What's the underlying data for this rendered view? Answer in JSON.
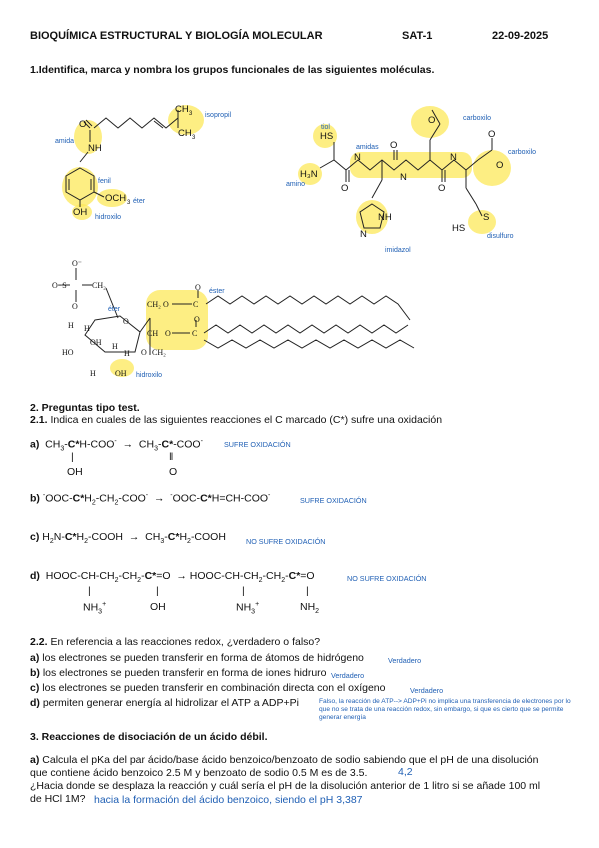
{
  "header": {
    "title": "BIOQUÍMICA ESTRUCTURAL Y BIOLOGÍA MOLECULAR",
    "code": "SAT-1",
    "date": "22-09-2025"
  },
  "q1": {
    "title": "1.Identifica, marca y nombra los grupos funcionales de las siguientes moléculas.",
    "labels_mol1": [
      "isopropil",
      "amida",
      "fenil",
      "éter",
      "hidroxilo"
    ],
    "labels_mol2": [
      "tiol",
      "amidas",
      "carboxilo",
      "carboxilo",
      "amino",
      "imidazol",
      "disulfuro"
    ],
    "labels_mol3": [
      "éter",
      "éster",
      "hidroxilo"
    ]
  },
  "q2": {
    "title": "2. Preguntas tipo test.",
    "q21_num": "2.1.",
    "q21_text": "Indica en cuales de las siguientes reacciones el C marcado (C*) sufre una oxidación",
    "a_answer": "SUFRE OXIDACIÓN",
    "b_answer": "SUFRE OXIDACIÓN",
    "c_answer": "NO SUFRE OXIDACIÓN",
    "d_answer": "NO SUFRE OXIDACIÓN",
    "q22_num": "2.2.",
    "q22_text": "En referencia a las reacciones redox, ¿verdadero o falso?",
    "items": [
      {
        "letter": "a)",
        "text": "los electrones se pueden transferir en forma de átomos de hidrógeno",
        "answer": "Verdadero"
      },
      {
        "letter": "b)",
        "text": "los electrones se pueden transferir en forma de iones hidruro",
        "answer": "Verdadero"
      },
      {
        "letter": "c)",
        "text": "los electrones se pueden transferir en combinación directa con el oxígeno",
        "answer": "Verdadero"
      },
      {
        "letter": "d)",
        "text": "permiten generar energía al hidrolizar el ATP a ADP+Pi",
        "answer": "Falso, la reacción de ATP--> ADP+Pi no implica una transferencia de electrones por lo que no se trata de una reacción redox, sin embargo, si que es cierto que se permite generar energía"
      }
    ]
  },
  "q3": {
    "title": "3. Reacciones de disociación de un ácido débil.",
    "p1": "Calcula el pKa del par ácido/base ácido benzoico/benzoato de sodio sabiendo que el pH de una disolución",
    "p2": "que contiene ácido benzoico 2.5 M y benzoato de sodio 0.5 M es de 3.5.",
    "p2_answer": "4,2",
    "p3": "¿Hacia donde se desplaza la reacción y cuál sería el pH de la disolución anterior de 1 litro si se añade 100 ml",
    "p4": "de HCl 1M?",
    "p4_answer": "hacia la formación del ácido benzoico, siendo el pH 3,387"
  }
}
